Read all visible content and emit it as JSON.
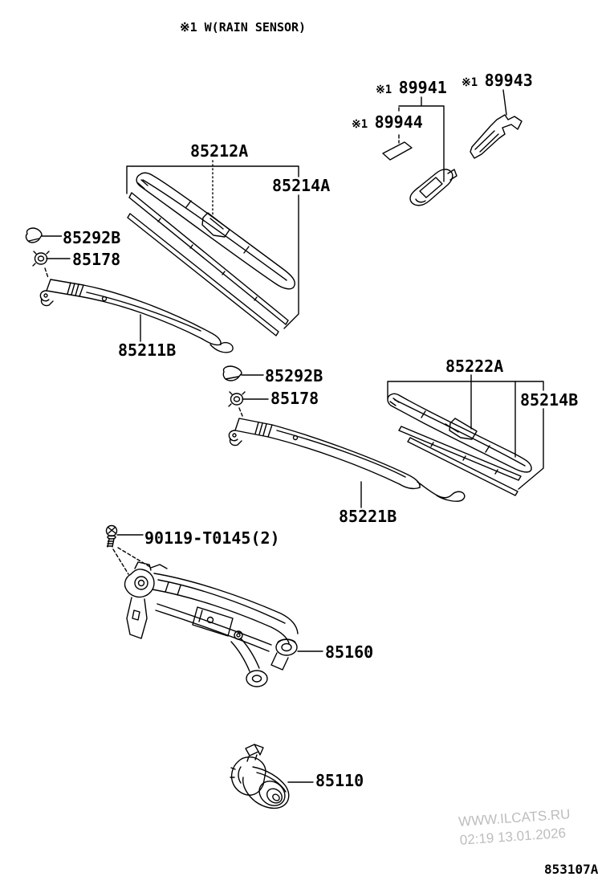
{
  "page": {
    "background": "#ffffff",
    "line_color": "#000000",
    "note_title": "※1 W(RAIN SENSOR)",
    "figure_code": "853107A",
    "watermark": {
      "site": "WWW.ILCATS.RU",
      "timestamp": "02:19 13.01.2026",
      "color": "#bdbdbd"
    },
    "labels": {
      "l89941": {
        "prefix": "※1 ",
        "number": "89941"
      },
      "l89943": {
        "prefix": "※1 ",
        "number": "89943"
      },
      "l89944": {
        "prefix": "※1 ",
        "number": "89944"
      },
      "l85212a": {
        "number": "85212A"
      },
      "l85214a": {
        "number": "85214A"
      },
      "l85292b1": {
        "number": "85292B"
      },
      "l85178_1": {
        "number": "85178"
      },
      "l85211b": {
        "number": "85211B"
      },
      "l85292b2": {
        "number": "85292B"
      },
      "l85178_2": {
        "number": "85178"
      },
      "l85222a": {
        "number": "85222A"
      },
      "l85214b": {
        "number": "85214B"
      },
      "l85221b": {
        "number": "85221B"
      },
      "l90119": {
        "number": "90119-T0145(2)"
      },
      "l85160": {
        "number": "85160"
      },
      "l85110": {
        "number": "85110"
      }
    }
  }
}
